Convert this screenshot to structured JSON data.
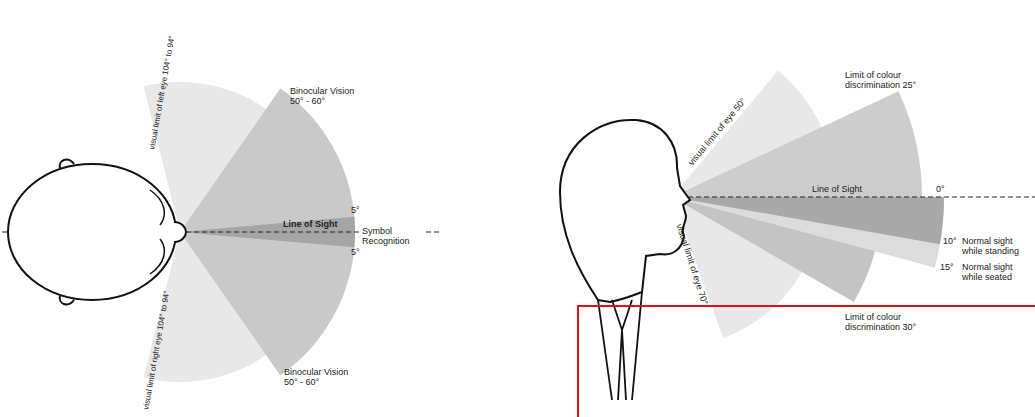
{
  "diagram": {
    "labels": [
      "visual limit of left eye 104° to 94°",
      "visual limit of right eye 104° to 94°",
      "Binocular Vision 50° - 60°",
      "Line of Sight",
      "5°",
      "Symbol Recognition",
      "5°",
      "Binocular Vision 50° - 60°",
      "visual limit of eye 50°",
      "Limit of colour discrimination 25°",
      "Line of Sight",
      "0°",
      "10°",
      "Normal sight while standing",
      "15°",
      "Normal sight while seated",
      "Limit of colour discrimination 30°",
      "visual limit of eye 70°"
    ]
  }
}
